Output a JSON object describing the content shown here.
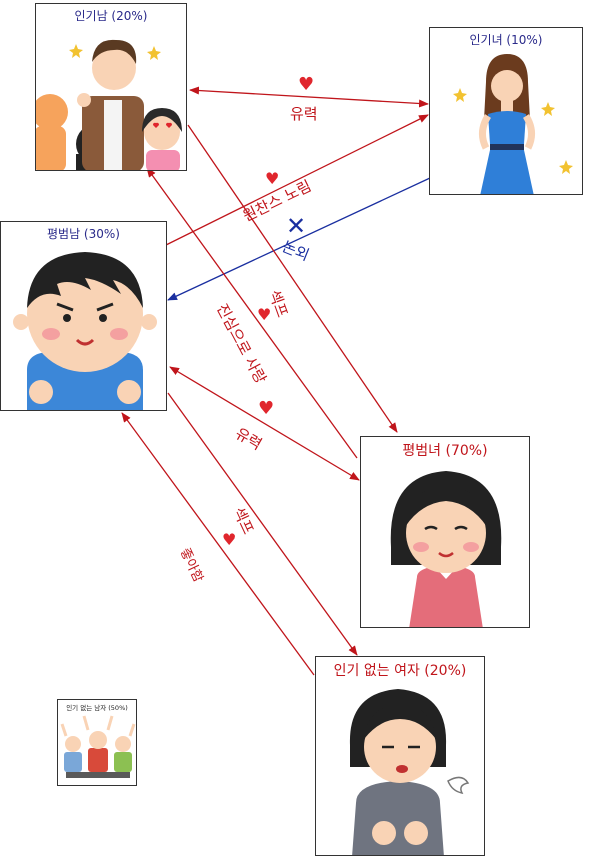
{
  "nodes": {
    "popular_man": {
      "title": "인기남 (20%)"
    },
    "popular_woman": {
      "title": "인기녀 (10%)"
    },
    "average_man": {
      "title": "평범남 (30%)"
    },
    "average_woman": {
      "title": "평범녀 (70%)"
    },
    "unpopular_woman": {
      "title": "인기 없는 여자 (20%)"
    },
    "unpopular_man": {
      "title": "인기 없는 남자 (50%)"
    }
  },
  "edges": {
    "popular_man_popular_woman": "유력",
    "average_man_to_popular_woman": "원찬스 노림",
    "popular_woman_to_average_man": "논외",
    "average_woman_to_popular_man": "진심으로 사랑",
    "popular_man_to_average_woman": "섹프",
    "average_man_average_woman": "유력",
    "average_man_to_unpopular_woman": "섹프",
    "unpopular_woman_to_average_man": "좋아함"
  },
  "colors": {
    "red_arrow": "#c0151b",
    "blue_arrow": "#1a2fa0",
    "heart": "#e0262d"
  }
}
